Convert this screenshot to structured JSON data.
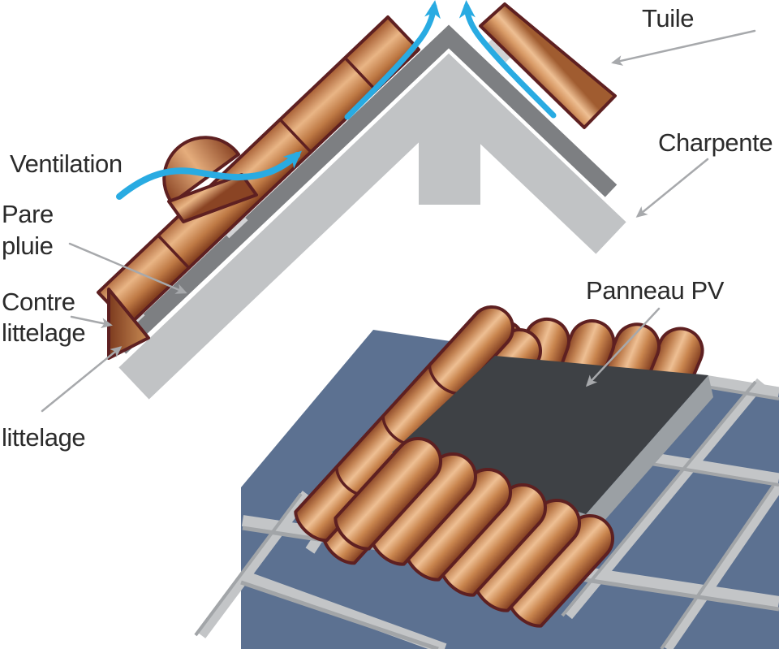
{
  "labels": {
    "ventilation": "Ventilation",
    "pare_pluie_line1": "Pare",
    "pare_pluie_line2": "pluie",
    "contre_littelage_line1": "Contre",
    "contre_littelage_line2": "littelage",
    "littelage": "littelage",
    "tuile": "Tuile",
    "charpente": "Charpente",
    "panneau_pv": "Panneau PV"
  },
  "colors": {
    "background": "#ffffff",
    "label_text": "#2b2b2b",
    "label_arrow_gray": "#a7a9ac",
    "ventilation_blue": "#29abe2",
    "framework_gray": "#c1c3c5",
    "rain_screen_gray": "#7d7f82",
    "batten_light": "#d2d3d5",
    "tile_outline": "#5e2021",
    "tile_light": "#eec094",
    "tile_mid": "#c98c54",
    "tile_dark": "#7e3a1e",
    "roof_deck": "#5c7191",
    "roof_batten": "#c3c5c7",
    "roof_batten_shade": "#a2a5a8",
    "pv_panel": "#3e4145",
    "pv_panel_side": "#9ba0a4"
  }
}
